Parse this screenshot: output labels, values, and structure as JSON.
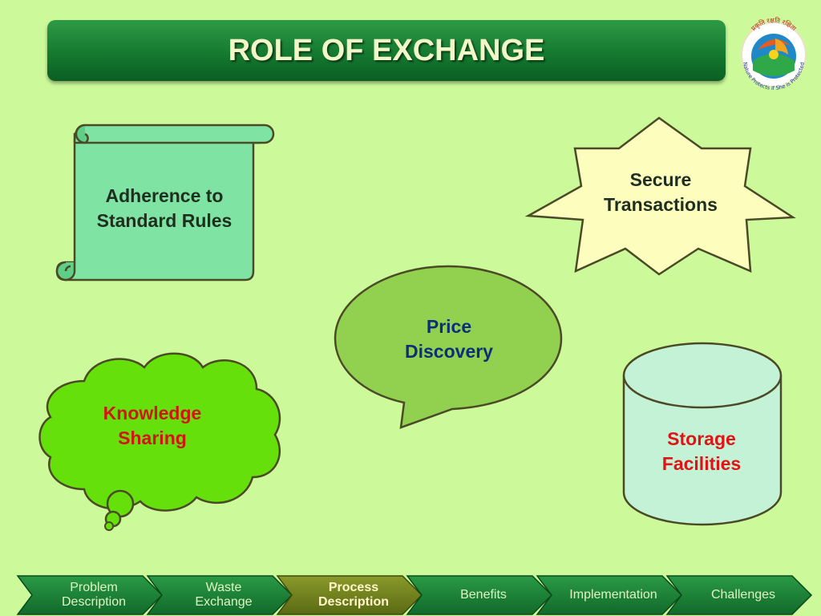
{
  "header": {
    "title": "ROLE OF EXCHANGE"
  },
  "logo": {
    "top_text": "प्रकृति रक्षति रक्षिता",
    "bottom_text": "Nature Protects if She is Protected"
  },
  "shapes": {
    "scroll": {
      "text": "Adherence to\nStandard Rules",
      "color": "#1f2f1f"
    },
    "star": {
      "text": "Secure\nTransactions",
      "color": "#1f2f1f"
    },
    "bubble": {
      "text": "Price\nDiscovery",
      "color": "#0d2f7a"
    },
    "cloud": {
      "text": "Knowledge\nSharing",
      "color": "#d41414"
    },
    "cylinder": {
      "text": "Storage\nFacilities",
      "color": "#e01414"
    }
  },
  "nav": {
    "items": [
      {
        "label": "Problem\nDescription"
      },
      {
        "label": "Waste\nExchange"
      },
      {
        "label": "Process\nDescription",
        "active": true
      },
      {
        "label": "Benefits"
      },
      {
        "label": "Implementation"
      },
      {
        "label": "Challenges"
      }
    ]
  }
}
